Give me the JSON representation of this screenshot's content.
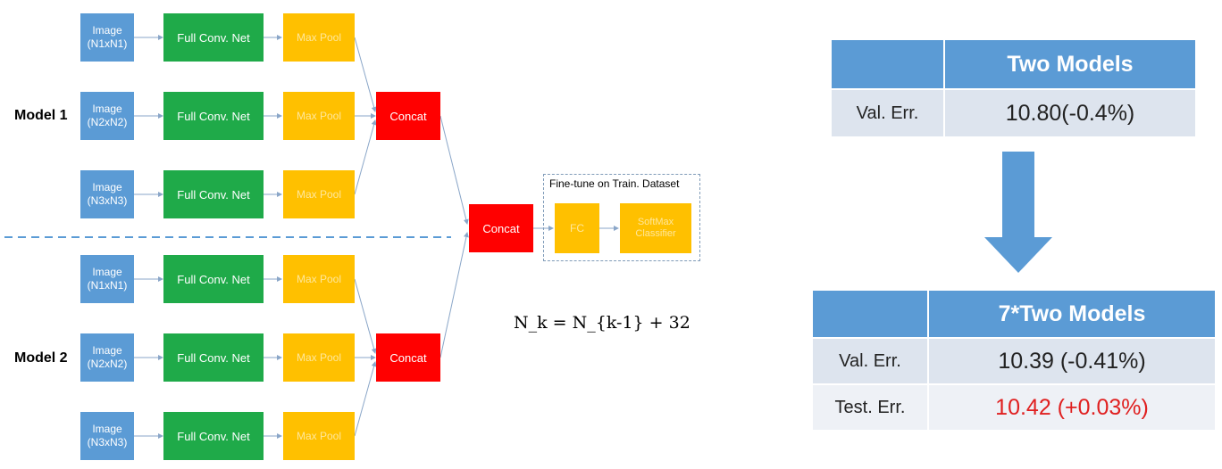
{
  "diagram": {
    "model1_label": "Model 1",
    "model2_label": "Model 2",
    "image_label": "Image",
    "image_sizes": [
      "(N1xN1)",
      "(N2xN2)",
      "(N3xN3)"
    ],
    "conv_label": "Full Conv. Net",
    "pool_label": "Max Pool",
    "concat_label": "Concat",
    "finetune_title": "Fine-tune on Train. Dataset",
    "fc_label": "FC",
    "softmax_label": "SoftMax Classifier",
    "formula": "N_k = N_{k-1} + 32",
    "colors": {
      "image": "#5b9bd5",
      "conv": "#1faa49",
      "pool": "#ffc000",
      "concat": "#ff0000",
      "divider": "#5b9bd5"
    }
  },
  "table1": {
    "header": "Two Models",
    "row_label": "Val. Err.",
    "row_value": "10.80(-0.4%)"
  },
  "table2": {
    "header": "7*Two Models",
    "rows": [
      {
        "label": "Val. Err.",
        "value": "10.39 (-0.41%)"
      },
      {
        "label": "Test. Err.",
        "value": "10.42 (+0.03%)"
      }
    ]
  }
}
